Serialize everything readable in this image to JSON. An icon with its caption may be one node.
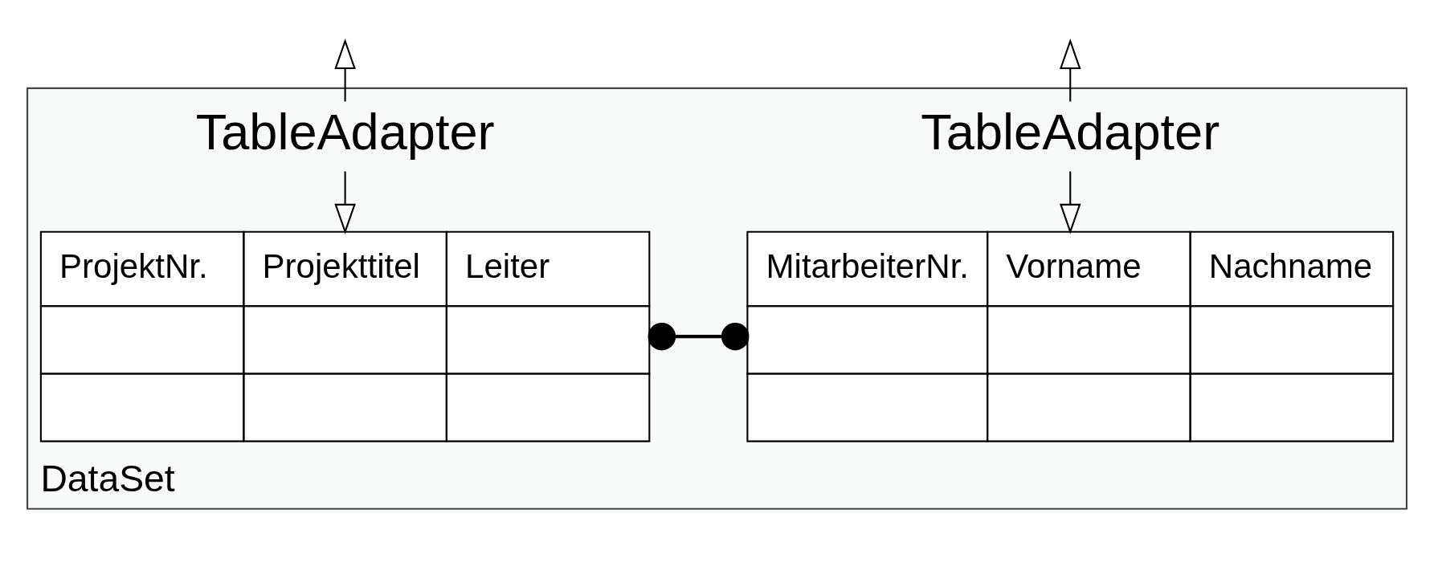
{
  "diagram": {
    "nodes": [
      {
        "text": [
          "DataSet"
        ]
      },
      {
        "text": [
          "TableAdapter"
        ],
        "in": 0
      },
      {
        "text": [
          "TableAdapter"
        ],
        "in": 0
      },
      {
        "text": [
          "ProjektNr.",
          "Projekttitel",
          "Leiter"
        ],
        "in": 0
      },
      {
        "text": [
          "MitarbeiterNr.",
          "Vorname",
          "Nachname"
        ],
        "in": 0
      }
    ],
    "edges": [
      {
        "from": 1,
        "to": null,
        "arrow": "to"
      },
      {
        "from": 2,
        "to": null,
        "arrow": "to"
      },
      {
        "from": 1,
        "to": 3,
        "arrow": "to"
      },
      {
        "from": 2,
        "to": 4,
        "arrow": "to"
      },
      {
        "from": 3,
        "to": 4,
        "arrow": "other"
      }
    ]
  }
}
